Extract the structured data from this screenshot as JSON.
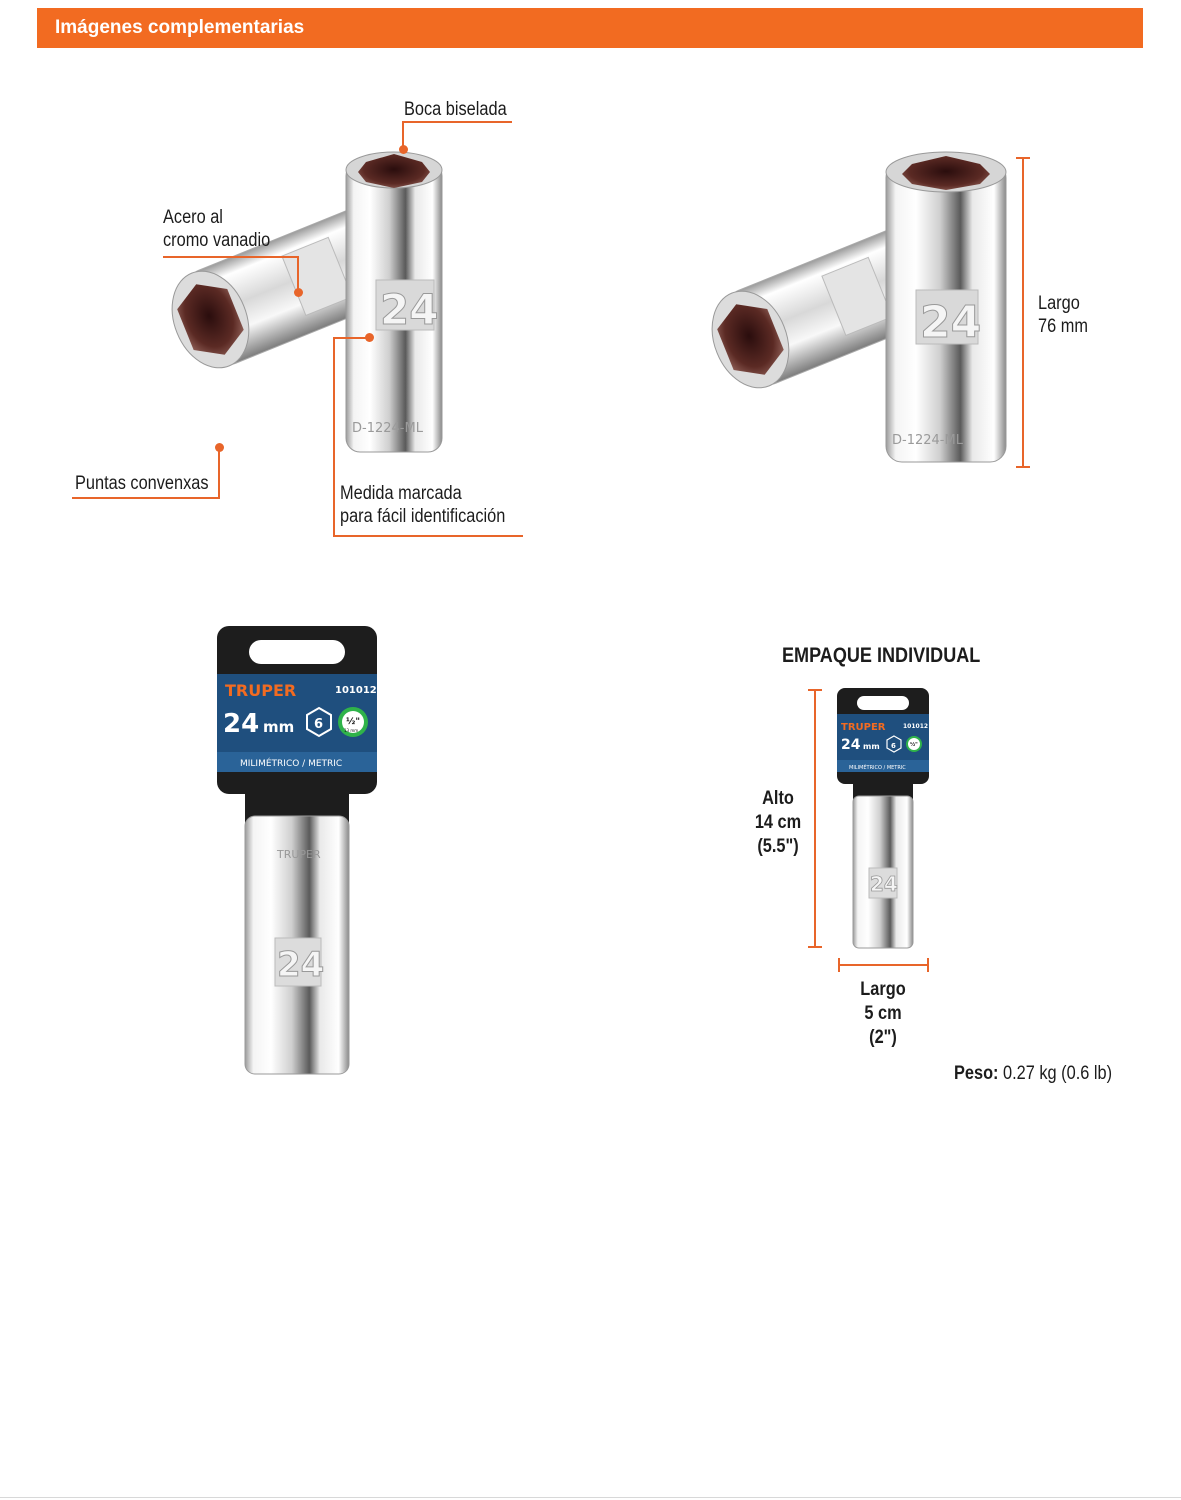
{
  "header": {
    "title": "Imágenes complementarias"
  },
  "features": {
    "boca": "Boca biselada",
    "acero_line1": "Acero al",
    "acero_line2": "cromo vanadio",
    "puntas": "Puntas convenxas",
    "medida_line1": "Medida marcada",
    "medida_line2": "para fácil identificación"
  },
  "socket_marking": {
    "size": "24",
    "engraving": "D-1224-ML"
  },
  "dimension": {
    "largo_label": "Largo",
    "largo_value": "76 mm"
  },
  "package_card": {
    "brand": "TRUPER",
    "code": "101012",
    "size": "24",
    "unit": "mm",
    "points": "6",
    "drive": "½\"",
    "drive_mm": "13 mm",
    "type_label": "MILIMÉTRICO / METRIC",
    "socket_engraving": "TRUPER"
  },
  "packaging": {
    "title": "EMPAQUE INDIVIDUAL",
    "alto_label": "Alto",
    "alto_cm": "14 cm",
    "alto_in": "(5.5\")",
    "largo_label": "Largo",
    "largo_cm": "5 cm",
    "largo_in": "(2\")",
    "peso_label": "Peso:",
    "peso_value": "0.27 kg (0.6 lb)"
  },
  "colors": {
    "accent": "#f26b21",
    "card_dark": "#1d1d1d",
    "card_blue": "#1f4f7e",
    "drive_green": "#2fb34a"
  }
}
